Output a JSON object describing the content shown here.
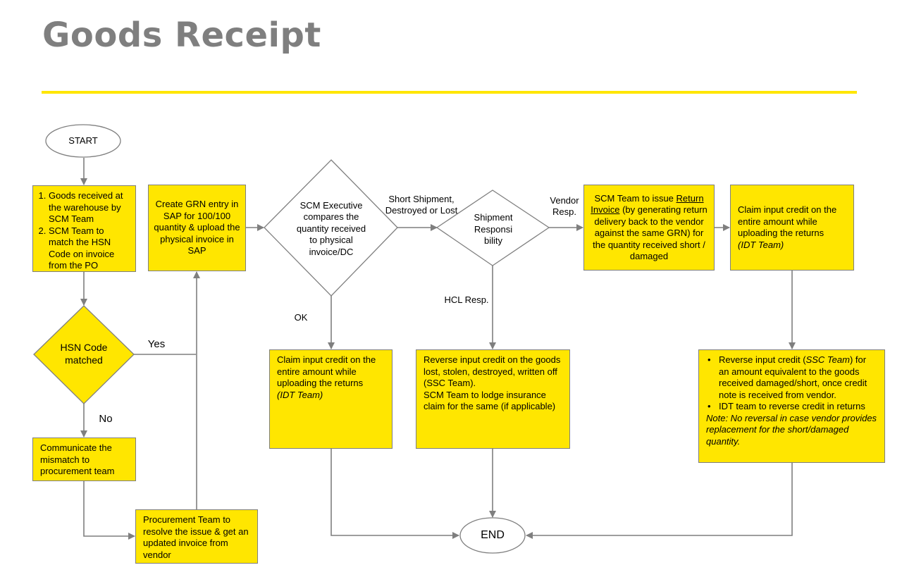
{
  "title": "Goods Receipt",
  "colors": {
    "box_fill": "#ffe600",
    "title": "#7f7f7f",
    "rule": "#ffe600",
    "line": "#7f7f7f"
  },
  "nodes": {
    "start": "START",
    "end": "END",
    "goods_received": [
      "Goods received at the warehouse by SCM Team",
      "SCM Team to match the HSN Code on invoice from the PO"
    ],
    "hsn_decision": "HSN Code matched",
    "communicate": "Communicate the mismatch to procurement team",
    "procurement_resolve": "Procurement Team to resolve the issue & get an updated invoice from vendor",
    "create_grn": "Create GRN entry in SAP for 100/100 quantity & upload the physical invoice in SAP",
    "scm_compare": "SCM Executive compares the quantity received to physical invoice/DC",
    "shipment_resp": "Shipment Responsi bility",
    "return_invoice": {
      "pre": "SCM Team to issue ",
      "link": "Return Invoice",
      "post": " (by generating return delivery back  to the vendor against the same GRN) for the quantity received short / damaged"
    },
    "claim_top": {
      "text": "Claim input credit on the entire amount while uploading the returns",
      "team": "(IDT Team)"
    },
    "claim_ok": {
      "text": "Claim input credit on the entire amount while uploading the returns",
      "team": "(IDT Team)"
    },
    "reverse_lost": [
      "Reverse input credit on the goods lost, stolen, destroyed, written off (SSC Team).",
      "SCM Team to  lodge insurance claim for the same (if applicable)"
    ],
    "reverse_ssc": {
      "b1_pre": "Reverse input credit (",
      "b1_team": "SSC Team",
      "b1_post": ") for an amount equivalent to the goods received damaged/short, once credit note is received from vendor.",
      "b2": "IDT team to reverse credit in returns",
      "note": "Note: No reversal in case vendor provides replacement for the short/damaged quantity."
    }
  },
  "edge_labels": {
    "yes": "Yes",
    "no": "No",
    "ok": "OK",
    "short": "Short Shipment, Destroyed or Lost",
    "vendor": "Vendor Resp.",
    "hcl": "HCL Resp."
  }
}
